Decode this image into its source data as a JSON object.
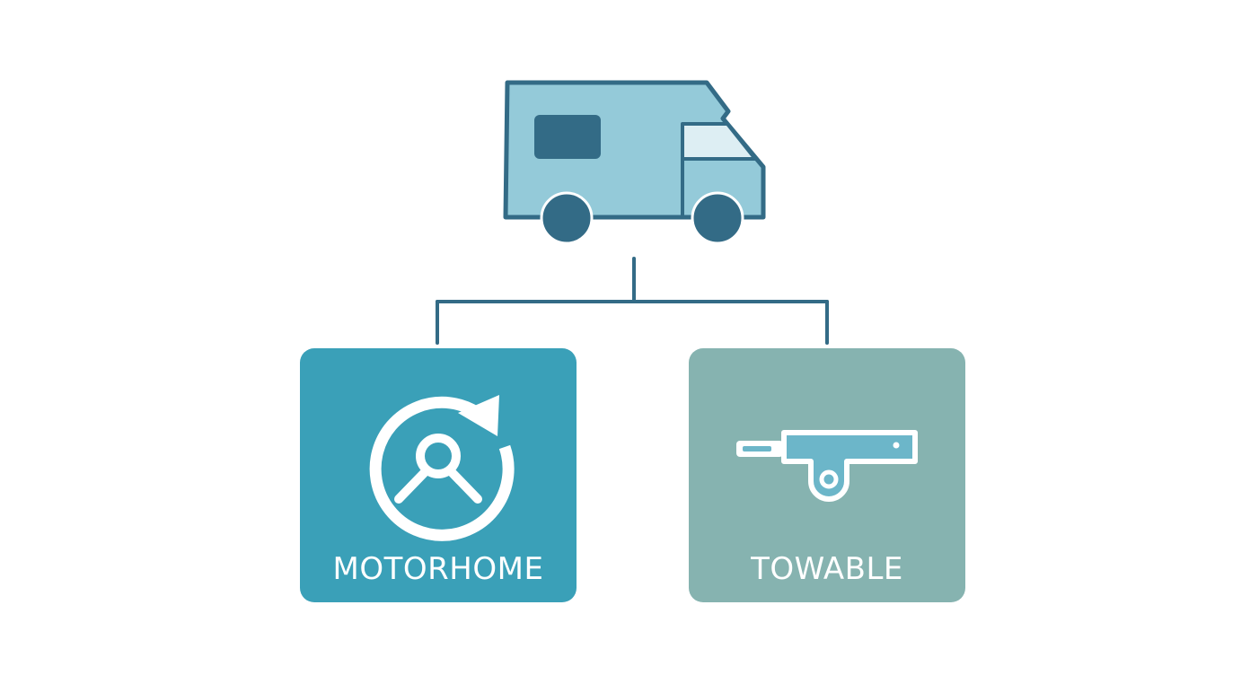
{
  "diagram": {
    "root": {
      "icon": "rv-motorhome-icon"
    },
    "nodes": [
      {
        "id": "motorhome",
        "label": "MOTORHOME",
        "icon": "steering-wheel-rotate-icon",
        "color": "#3aa0b8"
      },
      {
        "id": "towable",
        "label": "TOWABLE",
        "icon": "trailer-hitch-icon",
        "color": "#86b3b0"
      }
    ],
    "colors": {
      "line": "#336b86",
      "rv_body": "#94cad9",
      "rv_dark": "#336b86",
      "rv_window": "#ddeef3",
      "hitch_fill": "#6cb6c9",
      "background": "#ffffff"
    }
  }
}
